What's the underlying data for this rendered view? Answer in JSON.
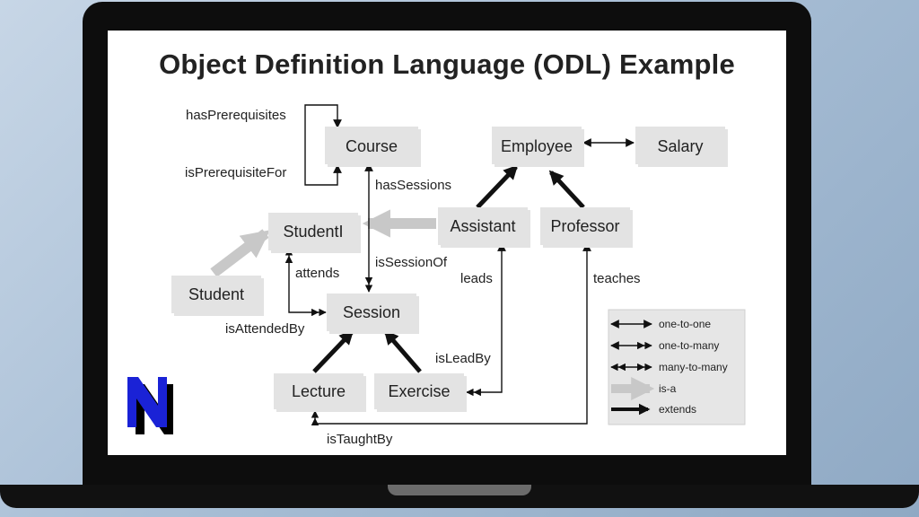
{
  "slide": {
    "title": "Object Definition Language (ODL) Example"
  },
  "nodes": {
    "course": "Course",
    "employee": "Employee",
    "salary": "Salary",
    "studenti": "StudentI",
    "assistant": "Assistant",
    "professor": "Professor",
    "student": "Student",
    "session": "Session",
    "lecture": "Lecture",
    "exercise": "Exercise"
  },
  "relations": {
    "has_prerequisites": "hasPrerequisites",
    "is_prerequisite_for": "isPrerequisiteFor",
    "has_sessions": "hasSessions",
    "is_session_of": "isSessionOf",
    "attends": "attends",
    "is_attended_by": "isAttendedBy",
    "leads": "leads",
    "is_lead_by": "isLeadBy",
    "teaches": "teaches",
    "is_taught_by": "isTaughtBy"
  },
  "legend": {
    "one_to_one": "one-to-one",
    "one_to_many": "one-to-many",
    "many_to_many": "many-to-many",
    "is_a": "is-a",
    "extends": "extends"
  },
  "colors": {
    "box_fill": "#e3e3e3",
    "isa_arrow": "#c8c8c8",
    "logo_blue": "#1a22d6"
  }
}
